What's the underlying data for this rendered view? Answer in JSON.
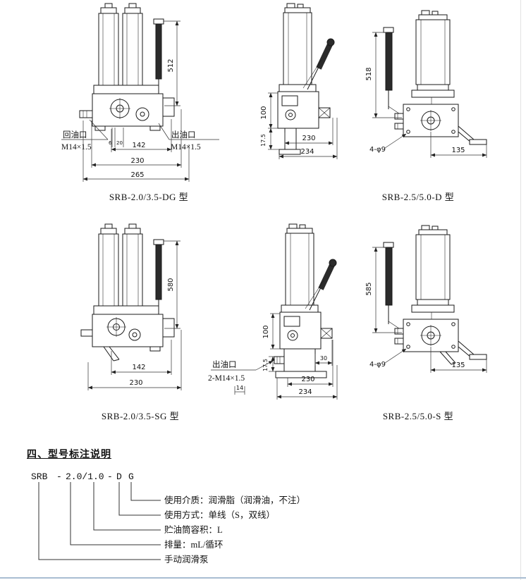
{
  "drawings": {
    "dg_front": {
      "caption": "SRB-2.0/3.5-DG 型",
      "dim_height": "512",
      "dim_width_inner": "142",
      "dim_width_mid": "230",
      "dim_width_outer": "265",
      "dim_small_a": "6",
      "dim_small_b": "20",
      "label_return_port": "回油口",
      "label_return_thread": "M14×1.5",
      "label_out_port": "出油口",
      "label_out_thread": "M14×1.5"
    },
    "dg_side": {
      "dim_height_upper": "100",
      "dim_height_lower": "17.5",
      "dim_width_inner": "230",
      "dim_width_outer": "234"
    },
    "d_side": {
      "caption": "SRB-2.5/5.0-D 型",
      "dim_height": "518",
      "label_holes": "4-φ9",
      "dim_width": "135"
    },
    "sg_front": {
      "caption": "SRB-2.0/3.5-SG 型",
      "dim_height": "580",
      "dim_width_inner": "142",
      "dim_width_mid": "230"
    },
    "sg_side": {
      "dim_height_upper": "100",
      "dim_height_lower": "17.5",
      "dim_step": "30",
      "dim_offset": "14",
      "dim_width_inner": "230",
      "dim_width_outer": "234",
      "label_out_port": "出油口",
      "label_out_thread": "2-M14×1.5"
    },
    "s_side": {
      "caption": "SRB-2.5/5.0-S 型",
      "dim_height": "585",
      "label_holes": "4-φ9",
      "dim_width": "135"
    }
  },
  "model_section": {
    "title": "四、型号标注说明",
    "code_parts": {
      "series": "SRB",
      "dash1": "-",
      "capacity": "2.0/1.0",
      "dash2": "-",
      "line_type": "D",
      "medium": "G"
    },
    "notes": [
      "使用介质：润滑脂（润滑油，不注）",
      "使用方式：单线（S，双线）",
      "贮油筒容积：L",
      "排量：mL/循环",
      "手动润滑泵"
    ]
  }
}
